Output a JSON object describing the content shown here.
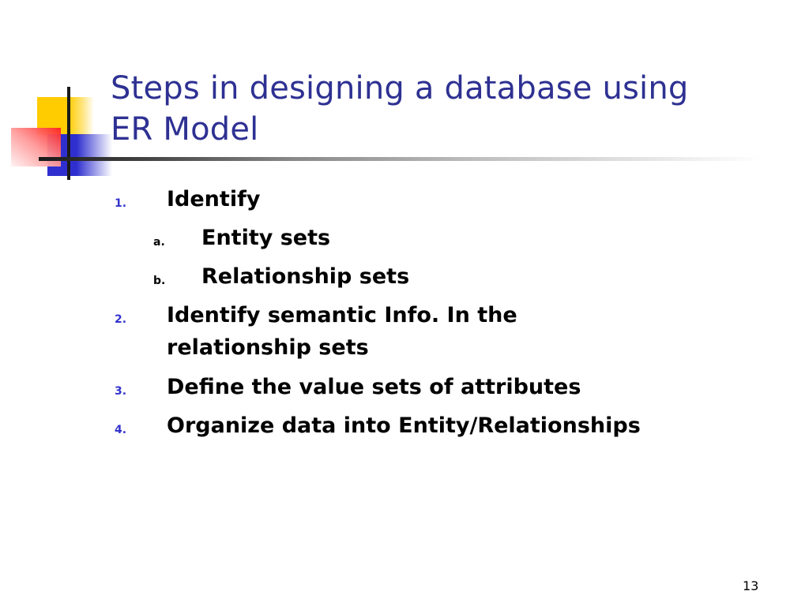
{
  "slide": {
    "title_line1": "Steps in designing a database using",
    "title_line2": "ER Model",
    "colors": {
      "title": "#2e3192",
      "number_marker": "#3333cc",
      "body_text": "#000000",
      "logo_yellow": "#ffcc00",
      "logo_blue": "#2f2fcf",
      "logo_red": "#ff2020"
    },
    "items": [
      {
        "marker": "1.",
        "text": "Identify"
      },
      {
        "marker": "a.",
        "text": "Entity sets"
      },
      {
        "marker": "b.",
        "text": "Relationship sets"
      },
      {
        "marker": "2.",
        "text_line1": "Identify semantic Info. In the",
        "text_line2": "relationship sets"
      },
      {
        "marker": "3.",
        "text": "Define the value sets of attributes"
      },
      {
        "marker": "4.",
        "text": "Organize data into Entity/Relationships"
      }
    ],
    "page_number": "13"
  }
}
